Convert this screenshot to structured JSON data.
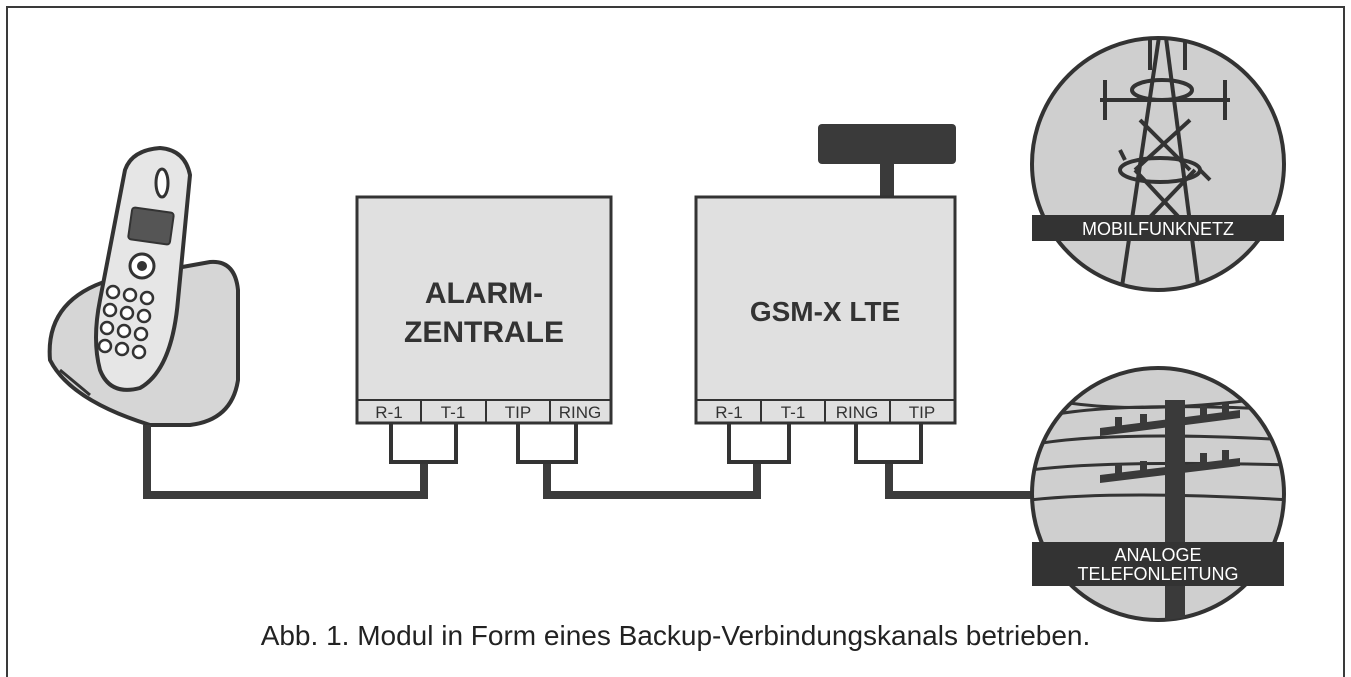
{
  "alarm_panel": {
    "title_line1": "ALARM-",
    "title_line2": "ZENTRALE",
    "terminals": [
      "R-1",
      "T-1",
      "TIP",
      "RING"
    ]
  },
  "gsm_module": {
    "title": "GSM-X LTE",
    "terminals": [
      "R-1",
      "T-1",
      "RING",
      "TIP"
    ]
  },
  "mobile_network": {
    "label": "MOBILFUNKNETZ"
  },
  "analog_line": {
    "label_line1": "ANALOGE",
    "label_line2": "TELEFONLEITUNG"
  },
  "caption": "Abb. 1. Modul in Form eines Backup-Verbindungskanals betrieben.",
  "colors": {
    "box_fill": "#e0e0e0",
    "wire": "#3c3c3c",
    "circle_fill": "#cfcfcf",
    "dark": "#333333"
  }
}
